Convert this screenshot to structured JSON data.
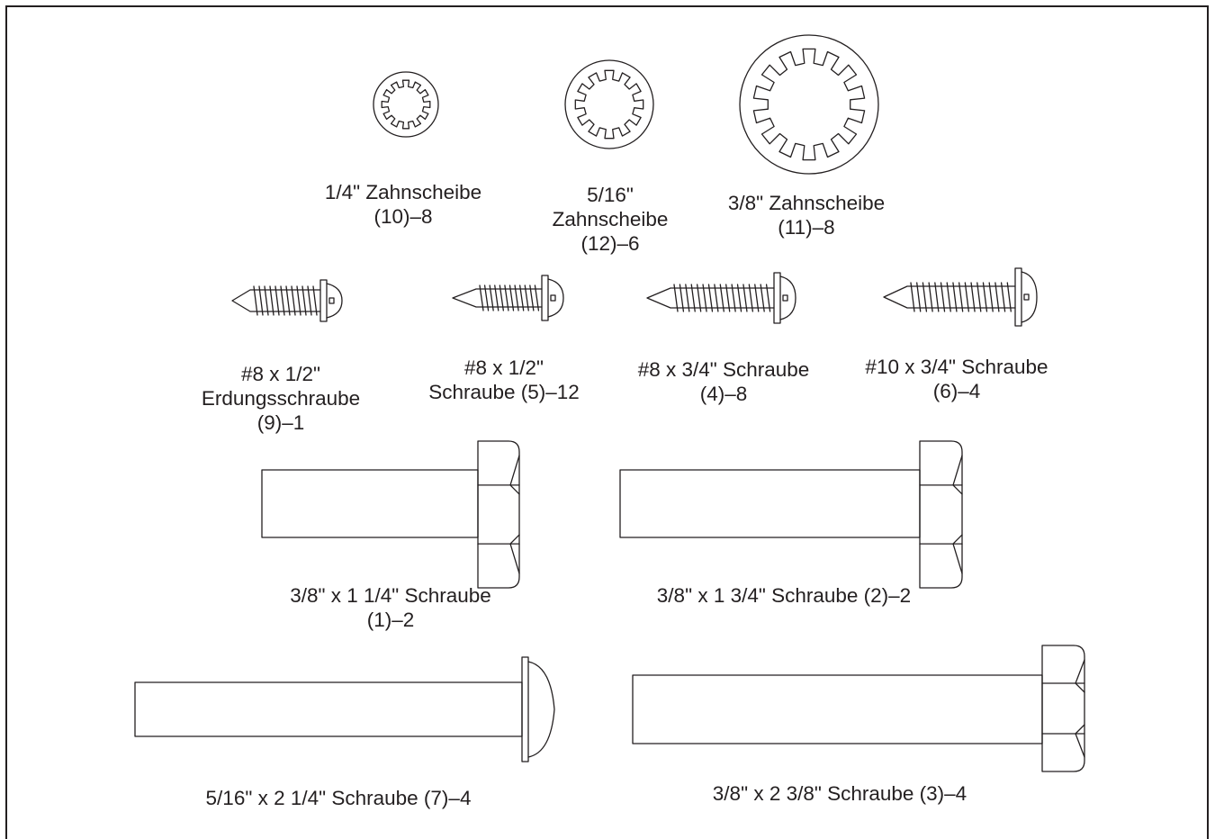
{
  "parts": {
    "washer_1_4": {
      "icon": "tooth-lock-washer-icon",
      "lines": [
        "1/4\" Zahnscheibe",
        "(10)–8"
      ]
    },
    "washer_5_16": {
      "icon": "tooth-lock-washer-icon",
      "lines": [
        "5/16\"",
        "Zahnscheibe",
        "(12)–6"
      ]
    },
    "washer_3_8": {
      "icon": "tooth-lock-washer-icon",
      "lines": [
        "3/8\" Zahnscheibe",
        "(11)–8"
      ]
    },
    "ground_screw": {
      "icon": "pan-head-screw-icon",
      "lines": [
        "#8 x 1/2\"",
        "Erdungsschraube",
        "(9)–1"
      ]
    },
    "screw_8_half": {
      "icon": "pan-head-screw-icon",
      "lines": [
        "#8 x 1/2\"",
        "Schraube (5)–12"
      ]
    },
    "screw_8_three_quarter": {
      "icon": "pan-head-screw-icon",
      "lines": [
        "#8 x 3/4\" Schraube",
        "(4)–8"
      ]
    },
    "screw_10_three_quarter": {
      "icon": "pan-head-screw-icon",
      "lines": [
        "#10 x 3/4\" Schraube",
        "(6)–4"
      ]
    },
    "bolt_1_1_4": {
      "icon": "hex-bolt-icon",
      "lines": [
        "3/8\" x 1 1/4\" Schraube",
        "(1)–2"
      ]
    },
    "bolt_1_3_4": {
      "icon": "hex-bolt-icon",
      "lines": [
        "3/8\" x 1 3/4\" Schraube (2)–2"
      ]
    },
    "bolt_2_1_4": {
      "icon": "button-head-bolt-icon",
      "lines": [
        "5/16\" x 2 1/4\" Schraube (7)–4"
      ]
    },
    "bolt_2_3_8": {
      "icon": "hex-bolt-icon",
      "lines": [
        "3/8\" x 2 3/8\" Schraube (3)–4"
      ]
    }
  },
  "colors": {
    "ink": "#231f20",
    "paper": "#ffffff"
  }
}
